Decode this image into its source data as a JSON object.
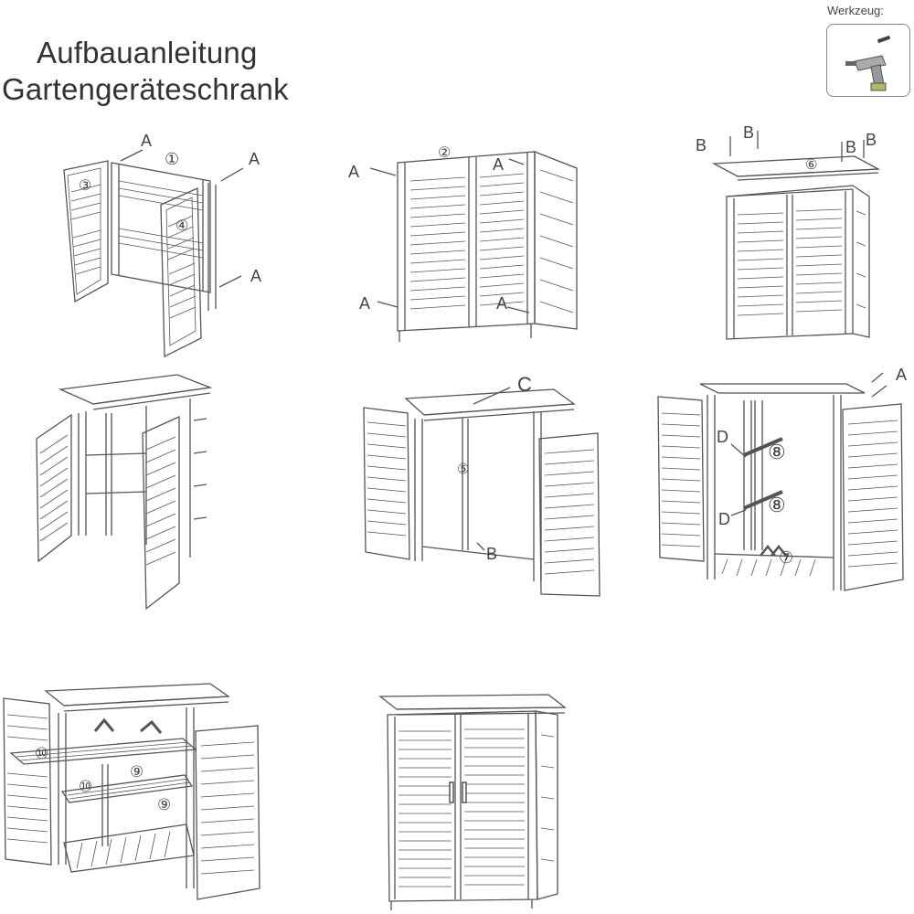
{
  "title": {
    "line1": "Aufbauanleitung",
    "line2": "Gartengeräteschrank"
  },
  "tool": {
    "label": "Werkzeug:",
    "icon": "drill-icon"
  },
  "labels": {
    "A": "A",
    "B": "B",
    "C": "C",
    "D": "D",
    "p1": "①",
    "p2": "②",
    "p3": "③",
    "p4": "④",
    "p5": "⑤",
    "p6": "⑥",
    "p7": "⑦",
    "p8": "⑧",
    "p9": "⑨",
    "p10": "⑩"
  }
}
